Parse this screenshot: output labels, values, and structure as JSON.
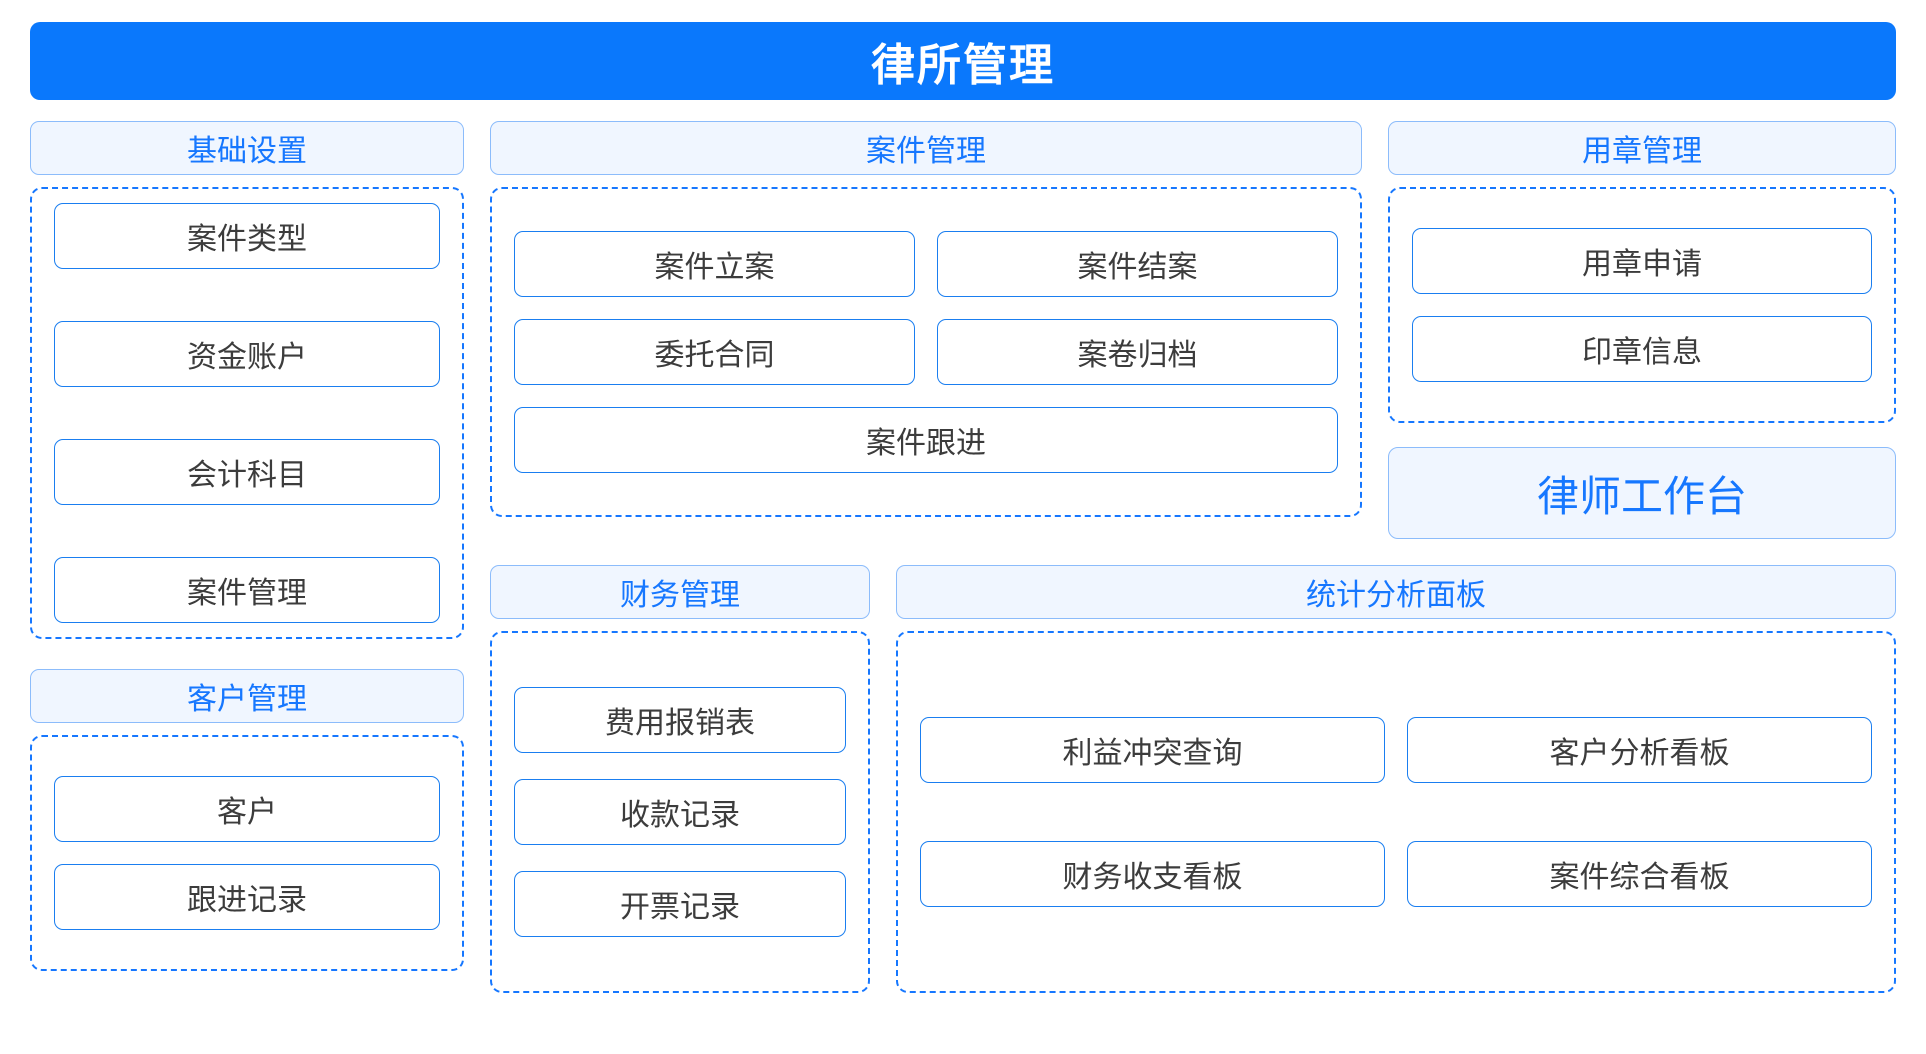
{
  "header": {
    "title": "律所管理"
  },
  "colors": {
    "banner_blue": "#0A78FC",
    "accent_blue": "#1677FF",
    "group_header_fill": "#F0F6FF",
    "group_header_border": "#8CBCFB",
    "item_border": "#1A7EF0",
    "item_text": "#3C3C3C",
    "dashed_border": "#1677FF"
  },
  "groups": {
    "basic_settings": {
      "title": "基础设置",
      "items": [
        "案件类型",
        "资金账户",
        "会计科目",
        "案件管理"
      ]
    },
    "client_management": {
      "title": "客户管理",
      "items": [
        "客户",
        "跟进记录"
      ]
    },
    "case_management": {
      "title": "案件管理",
      "rows": [
        [
          "案件立案",
          "案件结案"
        ],
        [
          "委托合同",
          "案卷归档"
        ],
        [
          "案件跟进"
        ]
      ]
    },
    "finance_management": {
      "title": "财务管理",
      "items": [
        "费用报销表",
        "收款记录",
        "开票记录"
      ]
    },
    "seal_management": {
      "title": "用章管理",
      "items": [
        "用章申请",
        "印章信息"
      ]
    },
    "statistics_panel": {
      "title": "统计分析面板",
      "rows": [
        [
          "利益冲突查询",
          "客户分析看板"
        ],
        [
          "财务收支看板",
          "案件综合看板"
        ]
      ]
    }
  },
  "workbench": {
    "label": "律师工作台"
  }
}
